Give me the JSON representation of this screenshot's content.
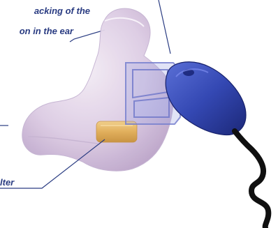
{
  "callouts": {
    "tracking_line1": "acking of the",
    "tracking_line2": "on in the ear",
    "filter": "lter"
  },
  "colors": {
    "leader_line": "#2a3c82",
    "earpiece_body": "#dccbe3",
    "earpiece_shade": "#b59cc4",
    "filter_insert": "#e3b25e",
    "transparent_clip": "#8b93d6",
    "shell_blue": "#3a4fb8",
    "shell_dark": "#1f2c86",
    "cable": "#101010"
  }
}
